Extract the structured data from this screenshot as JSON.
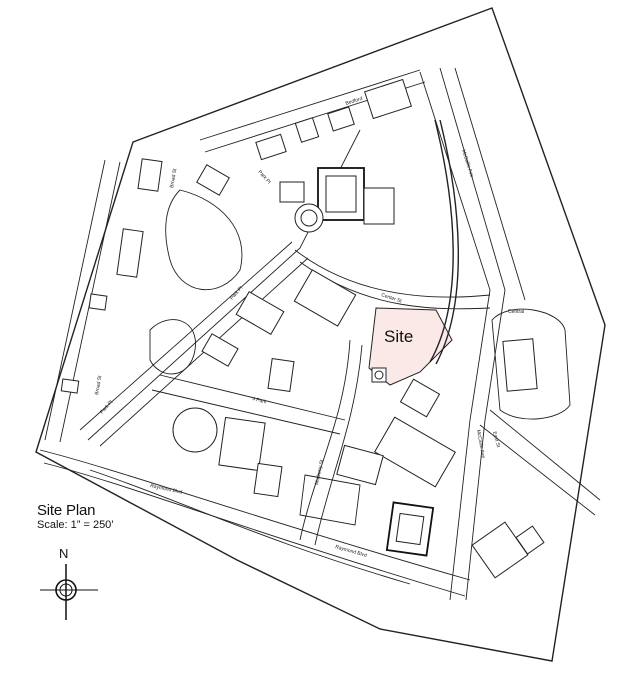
{
  "map": {
    "title": "Site Plan",
    "scale": "Scale: 1” = 250’",
    "site_label": "Site",
    "north_label": "N",
    "site_highlight_color": "#fbe9e7",
    "streets": [
      {
        "id": "bedford",
        "name": "Bedford"
      },
      {
        "id": "mccallie-n",
        "name": "McCallie Ave"
      },
      {
        "id": "mccallie-s",
        "name": "McCallie Ave"
      },
      {
        "id": "center-st",
        "name": "Center St"
      },
      {
        "id": "central",
        "name": "Central"
      },
      {
        "id": "park-pl-n",
        "name": "Park Pl"
      },
      {
        "id": "park-pl-mid",
        "name": "Park Pl"
      },
      {
        "id": "park-pl-s",
        "name": "Park Pl"
      },
      {
        "id": "broad-n",
        "name": "Broad St"
      },
      {
        "id": "broad-s",
        "name": "Broad St"
      },
      {
        "id": "fourth",
        "name": "4 Park"
      },
      {
        "id": "mulberry",
        "name": "Mulberry St"
      },
      {
        "id": "raymond-w",
        "name": "Raymond Blvd"
      },
      {
        "id": "raymond-e",
        "name": "Raymond Blvd"
      },
      {
        "id": "east-st",
        "name": "East St"
      }
    ]
  }
}
